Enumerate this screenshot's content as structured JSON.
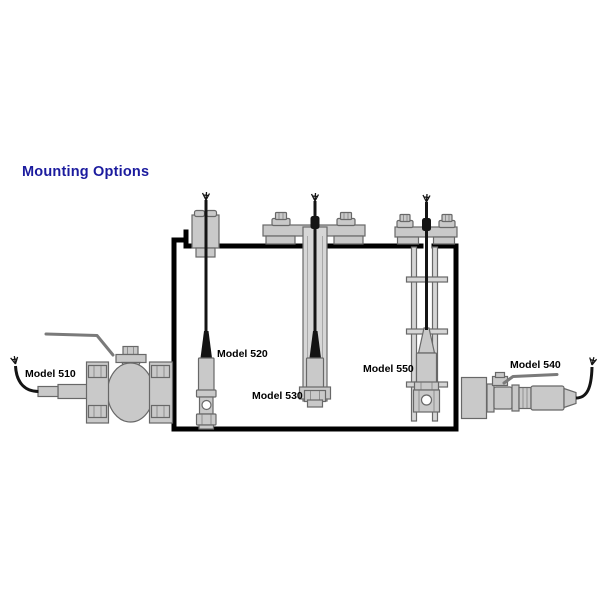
{
  "title": "Mounting Options",
  "labels": {
    "model_510": "Model 510",
    "model_520": "Model 520",
    "model_530": "Model 530",
    "model_540": "Model 540",
    "model_550": "Model 550"
  },
  "colors": {
    "title_color": "#1b1b9e",
    "label_color": "#000000",
    "equipment_fill": "#c9c9c9",
    "equipment_fill_light": "#d6d6d6",
    "equipment_stroke": "#686868",
    "tank_outline": "#000000",
    "cable_color": "#141414",
    "handle_color": "#7a7a7a",
    "facet_color": "#8f8f8f",
    "hole_fill": "#ffffff",
    "background": "#ffffff"
  }
}
